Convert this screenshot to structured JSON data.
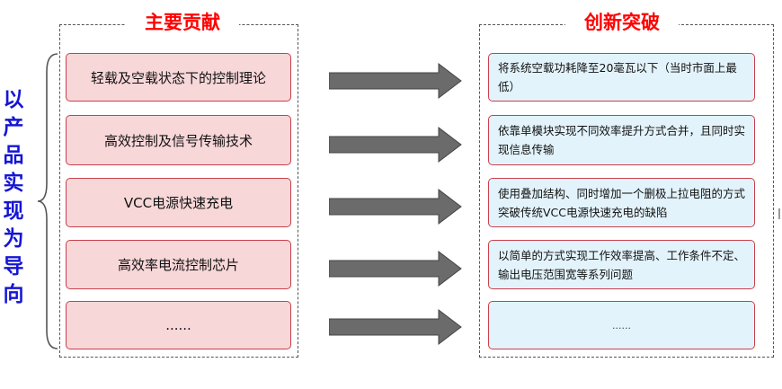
{
  "headings": {
    "left": "主要贡献",
    "right": "创新突破"
  },
  "side_title": "以产品实现为导向",
  "contributions": [
    "轻载及空载状态下的控制理论",
    "高效控制及信号传输技术",
    "VCC电源快速充电",
    "高效率电流控制芯片",
    "......"
  ],
  "innovations": [
    "将系统空载功耗降至20毫瓦以下（当时市面上最低）",
    "依靠单模块实现不同效率提升方式合并，且同时实现信息传输",
    "使用叠加结构、同时增加一个删极上拉电阻的方式突破传统VCC电源快速充电的缺陷",
    "以简单的方式实现工作效率提高、工作条件不定、输出电压范围宽等系列问题",
    "......"
  ],
  "colors": {
    "heading": "#ff0000",
    "side_title": "#1515d6",
    "left_fill": "#f8d7d9",
    "right_fill": "#e3f3fb",
    "box_border": "#c9404c",
    "arrow": "#6b6b6b"
  }
}
